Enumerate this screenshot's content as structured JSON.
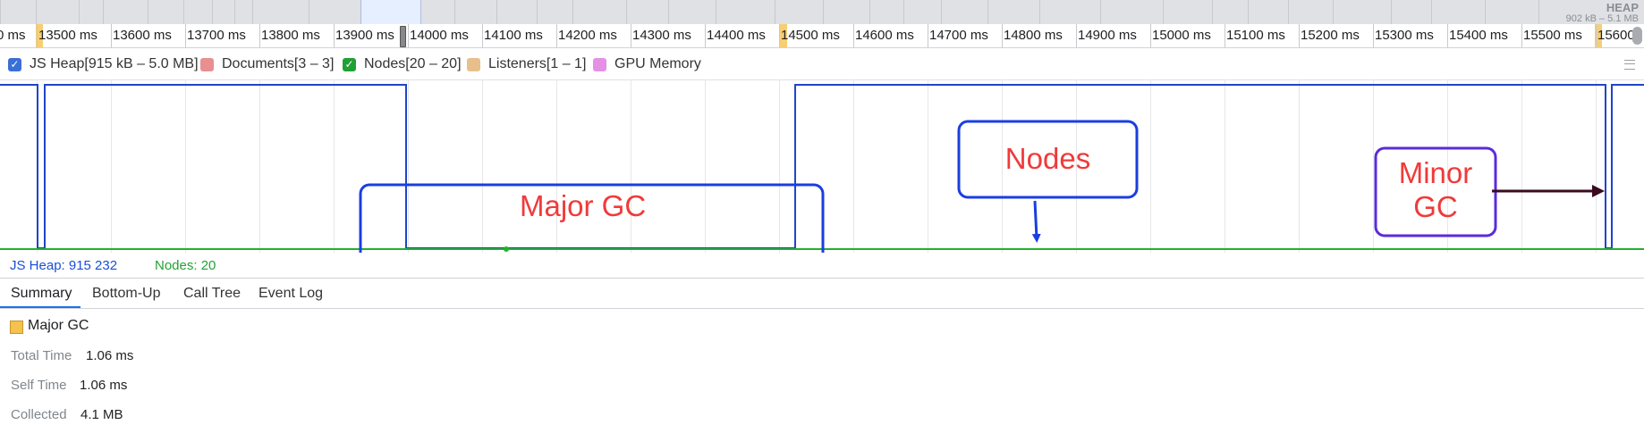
{
  "overview": {
    "heap_title": "HEAP",
    "heap_range": "902 kB – 5.1 MB"
  },
  "ruler": {
    "first_label": "0 ms",
    "labels": [
      "13500 ms",
      "13600 ms",
      "13700 ms",
      "13800 ms",
      "13900 ms",
      "14000 ms",
      "14100 ms",
      "14200 ms",
      "14300 ms",
      "14400 ms",
      "14500 ms",
      "14600 ms",
      "14700 ms",
      "14800 ms",
      "14900 ms",
      "15000 ms",
      "15100 ms",
      "15200 ms",
      "15300 ms",
      "15400 ms",
      "15500 ms",
      "15600"
    ]
  },
  "legend": {
    "js_heap": "JS Heap[915 kB – 5.0 MB]",
    "documents": "Documents[3 – 3]",
    "nodes": "Nodes[20 – 20]",
    "listeners": "Listeners[1 – 1]",
    "gpu_memory": "GPU Memory",
    "colors": {
      "js_heap": "#3a6fd8",
      "documents": "#e88f8f",
      "nodes": "#21a035",
      "listeners": "#e8bf8c",
      "gpu_memory": "#e68fe6"
    }
  },
  "annotations": {
    "major_gc": "Major GC",
    "nodes": "Nodes",
    "minor_gc_line1": "Minor",
    "minor_gc_line2": "GC",
    "colors": {
      "text": "#f03a3a",
      "major_box": "#1a3ee0",
      "nodes_box": "#1a3ee0",
      "minor_box": "#5b2bd9",
      "arrow_nodes": "#1a3ee0",
      "arrow_minor": "#3a0a1e"
    }
  },
  "stats": {
    "js_heap": "JS Heap: 915 232",
    "nodes": "Nodes: 20"
  },
  "tabs": [
    {
      "label": "Summary",
      "active": true
    },
    {
      "label": "Bottom-Up",
      "active": false
    },
    {
      "label": "Call Tree",
      "active": false
    },
    {
      "label": "Event Log",
      "active": false
    }
  ],
  "summary": {
    "event_name": "Major GC",
    "swatch_color": "#f4c24d",
    "rows": [
      {
        "label": "Total Time",
        "value": "1.06 ms"
      },
      {
        "label": "Self Time",
        "value": "1.06 ms"
      },
      {
        "label": "Collected",
        "value": "4.1 MB"
      }
    ]
  }
}
